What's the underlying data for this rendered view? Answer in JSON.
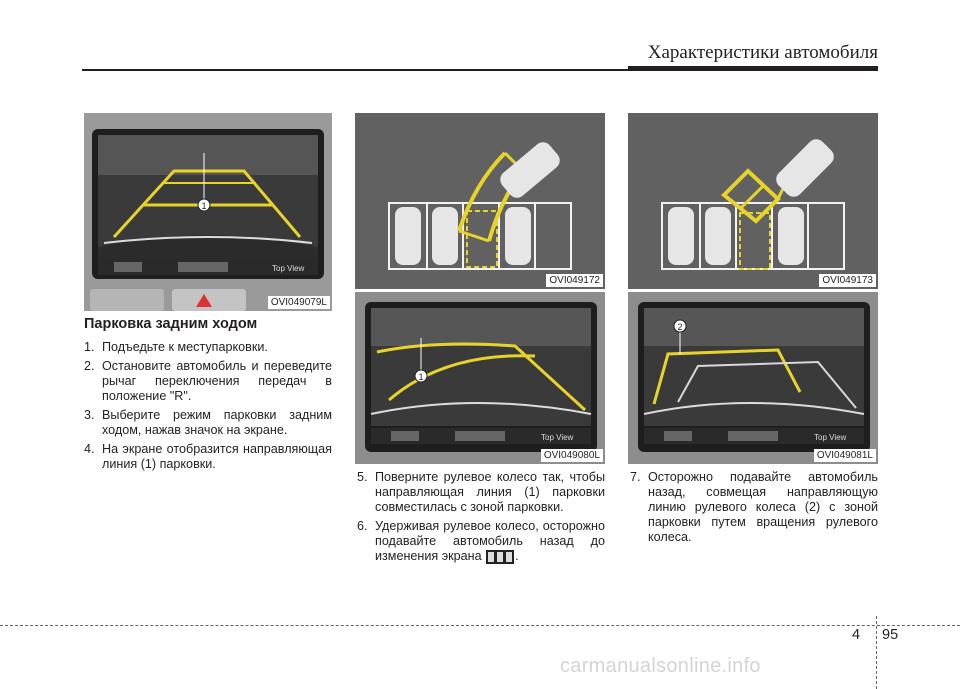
{
  "header": {
    "title": "Характеристики автомобиля"
  },
  "figures": {
    "fig1": {
      "code": "OVI049079L",
      "screen_label": "Top View",
      "marker": "1"
    },
    "fig2": {
      "code": "OVI049172"
    },
    "fig3": {
      "code": "OVI049173"
    },
    "fig4": {
      "code": "OVI049080L",
      "screen_label": "Top View",
      "marker": "1"
    },
    "fig5": {
      "code": "OVI049081L",
      "screen_label": "Top View",
      "marker": "2"
    }
  },
  "section": {
    "title": "Парковка задним ходом",
    "steps": [
      {
        "num": "1.",
        "text": "Подъедьте к меступарковки."
      },
      {
        "num": "2.",
        "text": "Остановите автомобиль и переведите рычаг переключения передач в положение \"R\"."
      },
      {
        "num": "3.",
        "text": "Выберите режим парковки задним ходом, нажав значок на экране."
      },
      {
        "num": "4.",
        "text": "На экране отобразится направляющая линия (1) парковки."
      }
    ]
  },
  "col2_steps": [
    {
      "num": "5.",
      "text": "Поверните рулевое колесо так, чтобы направляющая линия (1) парковки совместилась с зоной парковки."
    },
    {
      "num": "6.",
      "text": "Удерживая рулевое колесо, осторожно подавайте автомобиль назад до изменения экрана",
      "tail": "."
    }
  ],
  "col3_steps": [
    {
      "num": "7.",
      "text": "Осторожно подавайте автомобиль назад, совмещая направляющую линию рулевого колеса (2) с зоной парковки путем вращения рулевого колеса."
    }
  ],
  "footer": {
    "chapter": "4",
    "page": "95"
  },
  "watermark": "carmanualsonline.info",
  "colors": {
    "guide_yellow": "#e8d32a",
    "screen_dark": "#2a2a2a",
    "bezel": "#8a8a8a"
  }
}
